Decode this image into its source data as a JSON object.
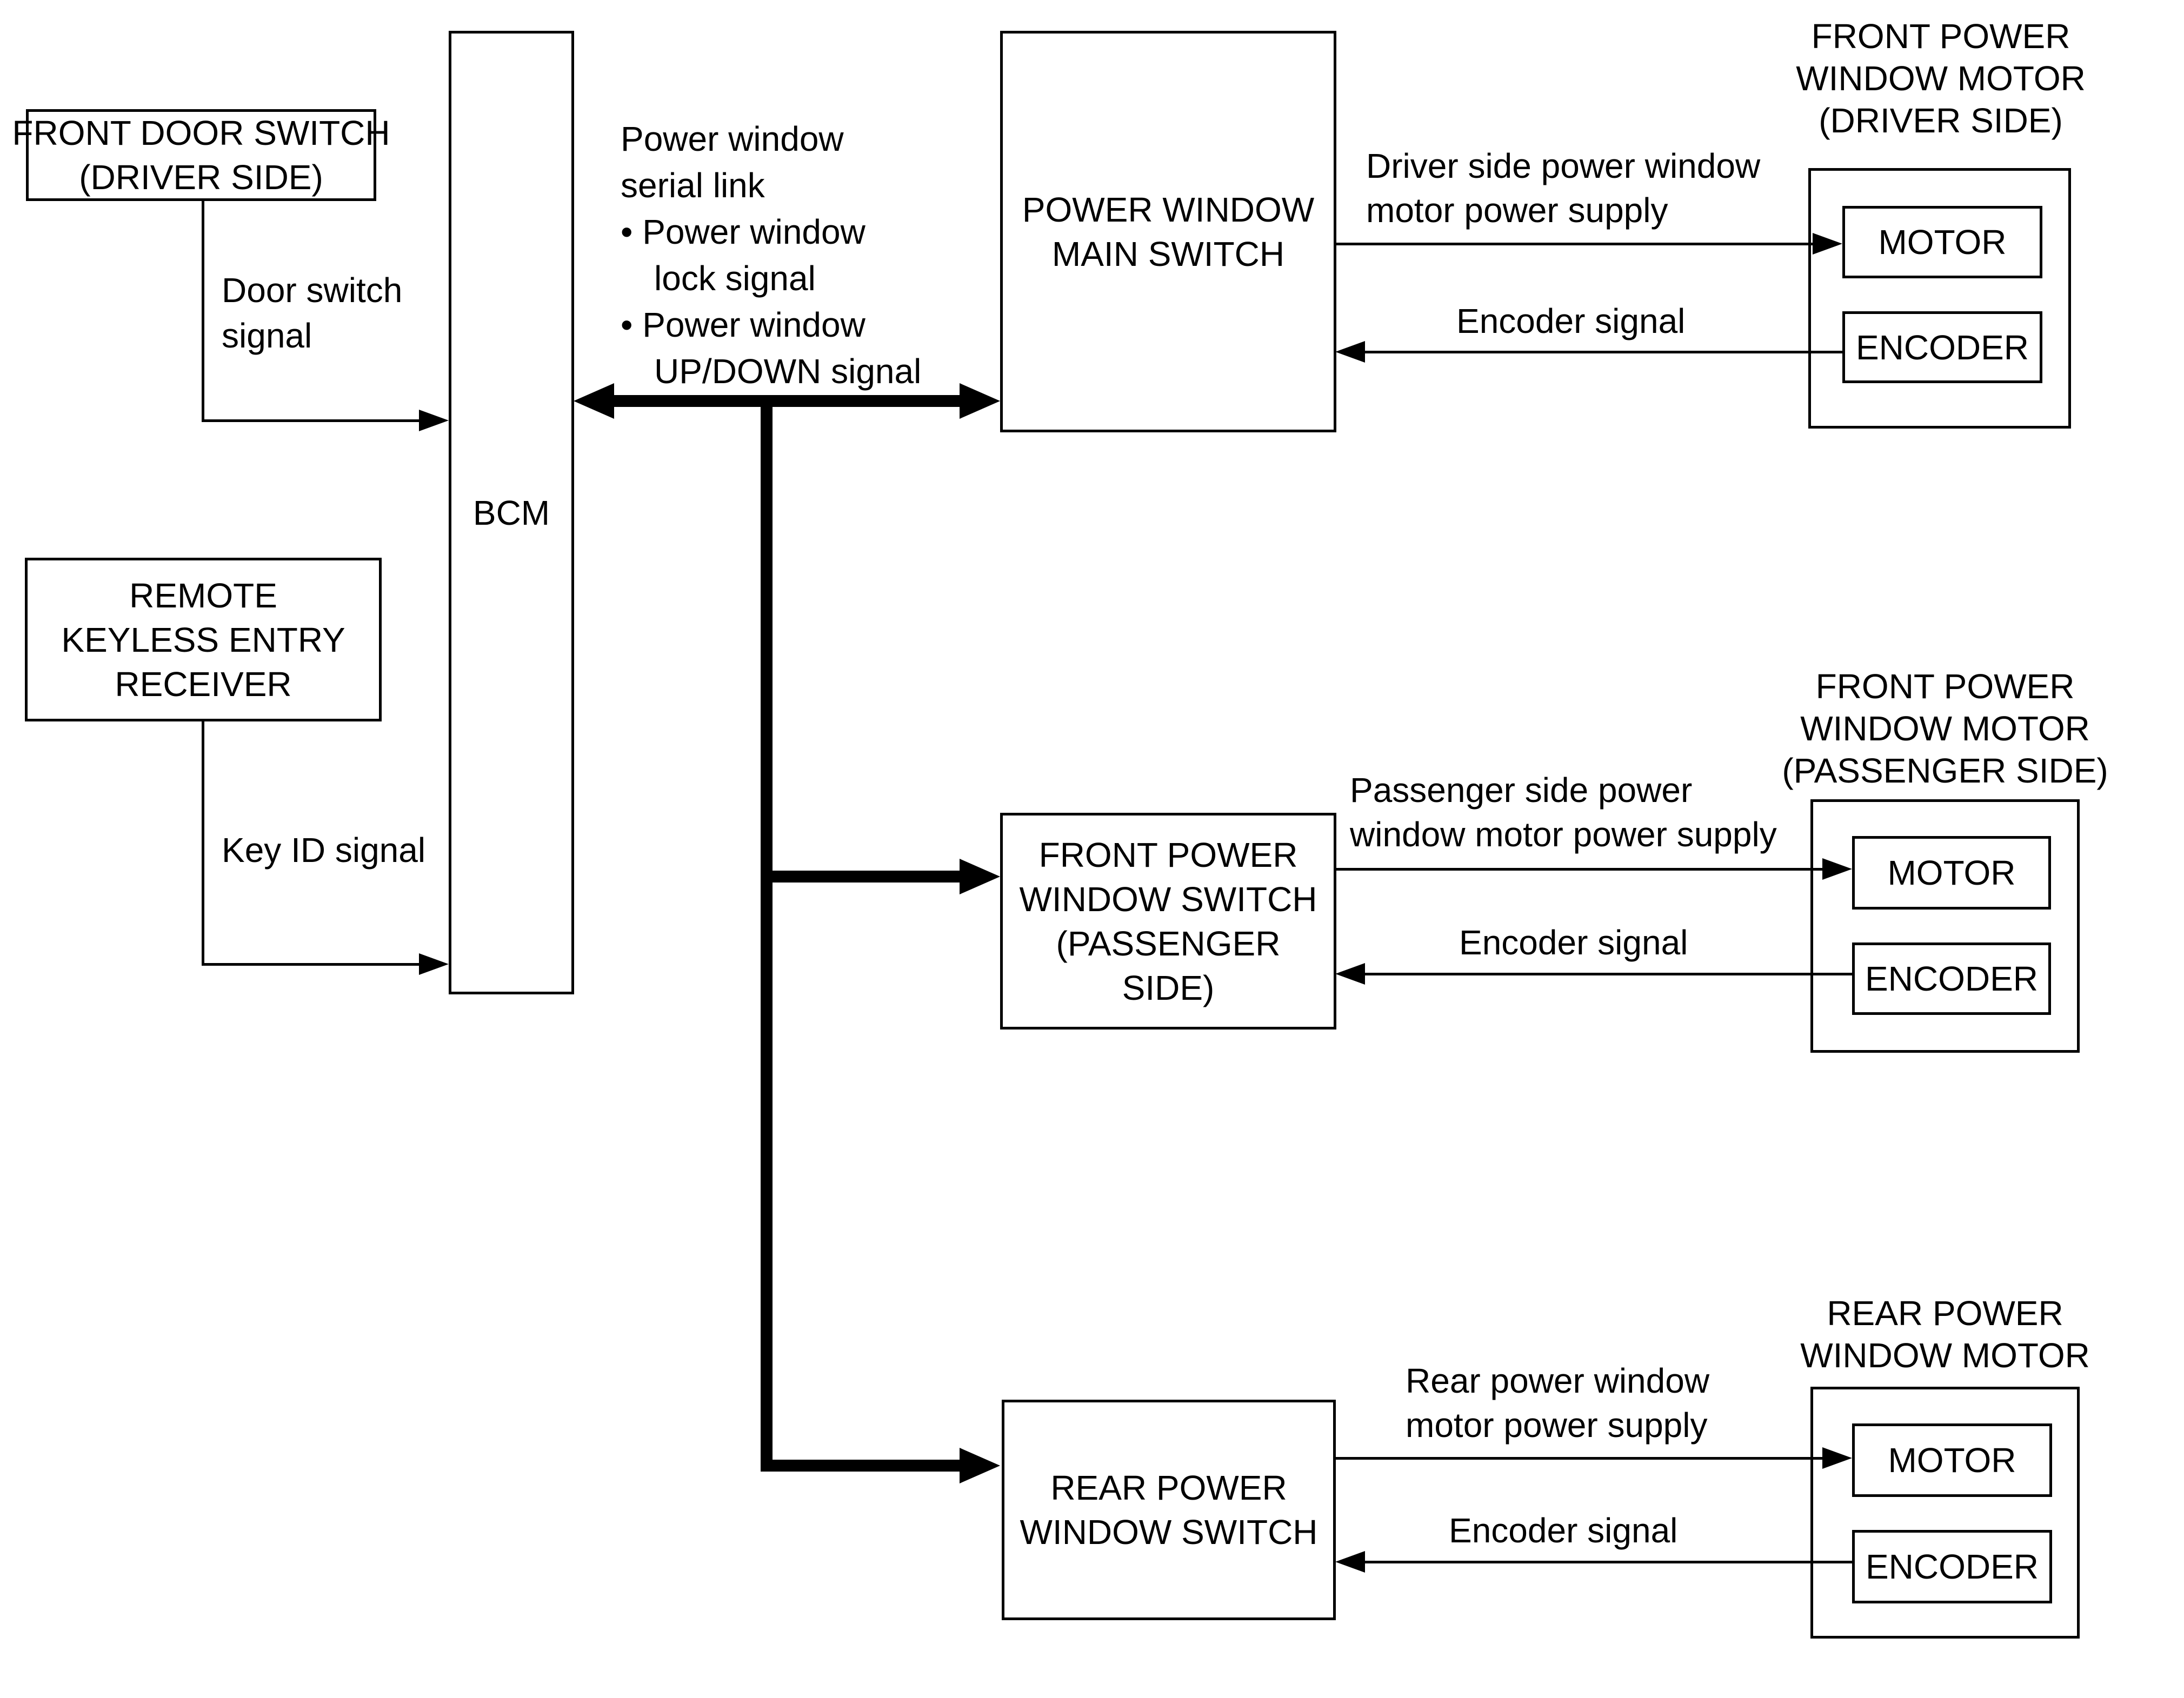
{
  "diagram": {
    "boxes": {
      "front_door_switch": {
        "lines": [
          "FRONT DOOR SWITCH",
          "(DRIVER SIDE)"
        ]
      },
      "remote_keyless_receiver": {
        "lines": [
          "REMOTE",
          "KEYLESS ENTRY",
          "RECEIVER"
        ]
      },
      "bcm": {
        "lines": [
          "BCM"
        ]
      },
      "main_switch": {
        "lines": [
          "POWER WINDOW",
          "MAIN SWITCH"
        ]
      },
      "passenger_switch": {
        "lines": [
          "FRONT POWER",
          "WINDOW SWITCH",
          "(PASSENGER",
          "SIDE)"
        ]
      },
      "rear_switch": {
        "lines": [
          "REAR POWER",
          "WINDOW SWITCH"
        ]
      }
    },
    "motor_units": {
      "driver": {
        "title_lines": [
          "FRONT POWER",
          "WINDOW MOTOR",
          "(DRIVER SIDE)"
        ],
        "motor": "MOTOR",
        "encoder": "ENCODER"
      },
      "passenger": {
        "title_lines": [
          "FRONT POWER",
          "WINDOW MOTOR",
          "(PASSENGER SIDE)"
        ],
        "motor": "MOTOR",
        "encoder": "ENCODER"
      },
      "rear": {
        "title_lines": [
          "REAR POWER",
          "WINDOW MOTOR"
        ],
        "motor": "MOTOR",
        "encoder": "ENCODER"
      }
    },
    "labels": {
      "door_switch_signal": {
        "lines": [
          "Door switch",
          "signal"
        ]
      },
      "key_id_signal": "Key ID signal",
      "serial_link": {
        "lines": [
          "Power window",
          "serial link",
          "• Power window",
          "lock signal",
          "• Power window",
          "UP/DOWN signal"
        ]
      },
      "driver_supply": {
        "lines": [
          "Driver side power window",
          "motor power supply"
        ]
      },
      "driver_encoder": "Encoder signal",
      "passenger_supply": {
        "lines": [
          "Passenger side power",
          "window motor power supply"
        ]
      },
      "passenger_encoder": "Encoder signal",
      "rear_supply": {
        "lines": [
          "Rear power window",
          "motor power supply"
        ]
      },
      "rear_encoder": "Encoder signal"
    },
    "colors": {
      "line": "#000000",
      "background": "#ffffff"
    }
  }
}
